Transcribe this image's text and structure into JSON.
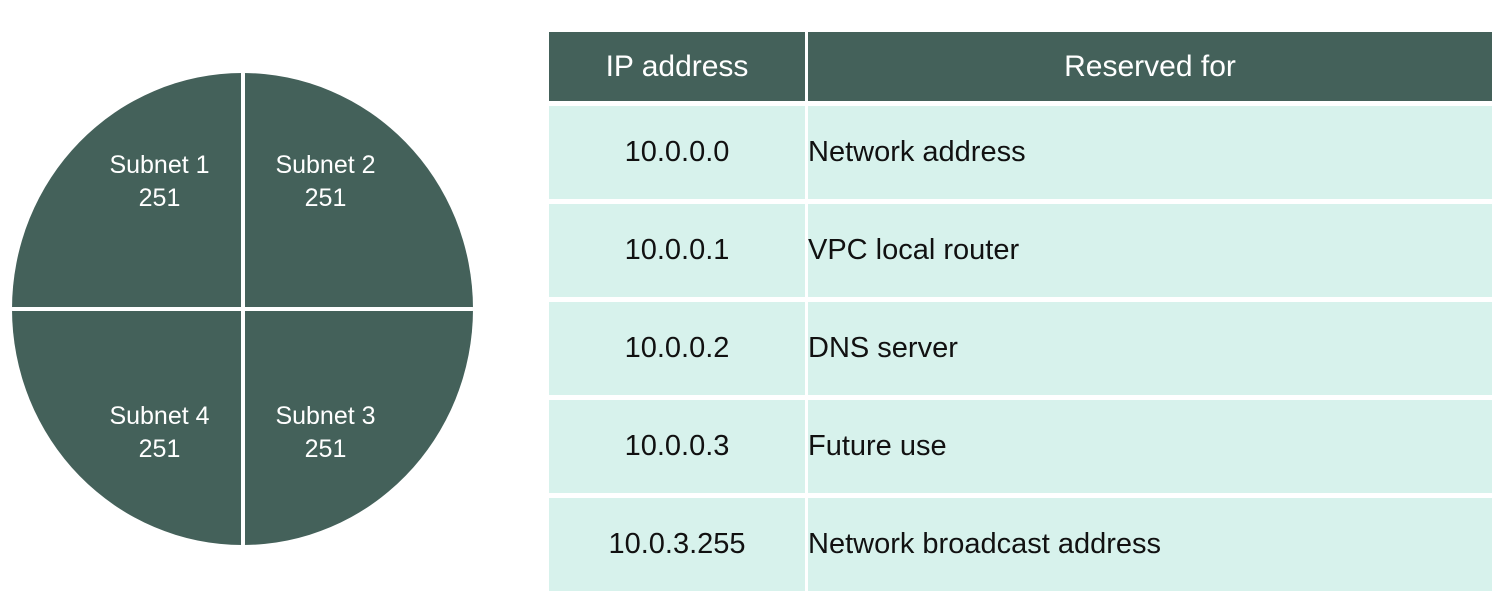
{
  "colors": {
    "dark_green": "#44615a",
    "light_mint": "#d7f2ec",
    "white": "#ffffff",
    "text_dark": "#111111"
  },
  "subnet_diagram": {
    "shape": "circle-quadrants",
    "quadrants": [
      {
        "position": "top-left",
        "label": "Subnet 1",
        "count": "251"
      },
      {
        "position": "top-right",
        "label": "Subnet 2",
        "count": "251"
      },
      {
        "position": "bottom-right",
        "label": "Subnet 3",
        "count": "251"
      },
      {
        "position": "bottom-left",
        "label": "Subnet 4",
        "count": "251"
      }
    ]
  },
  "ip_table": {
    "headers": [
      "IP address",
      "Reserved for"
    ],
    "rows": [
      {
        "ip": "10.0.0.0",
        "reserved_for": "Network address"
      },
      {
        "ip": "10.0.0.1",
        "reserved_for": "VPC local router"
      },
      {
        "ip": "10.0.0.2",
        "reserved_for": "DNS server"
      },
      {
        "ip": "10.0.0.3",
        "reserved_for": "Future use"
      },
      {
        "ip": "10.0.3.255",
        "reserved_for": "Network broadcast address"
      }
    ]
  }
}
